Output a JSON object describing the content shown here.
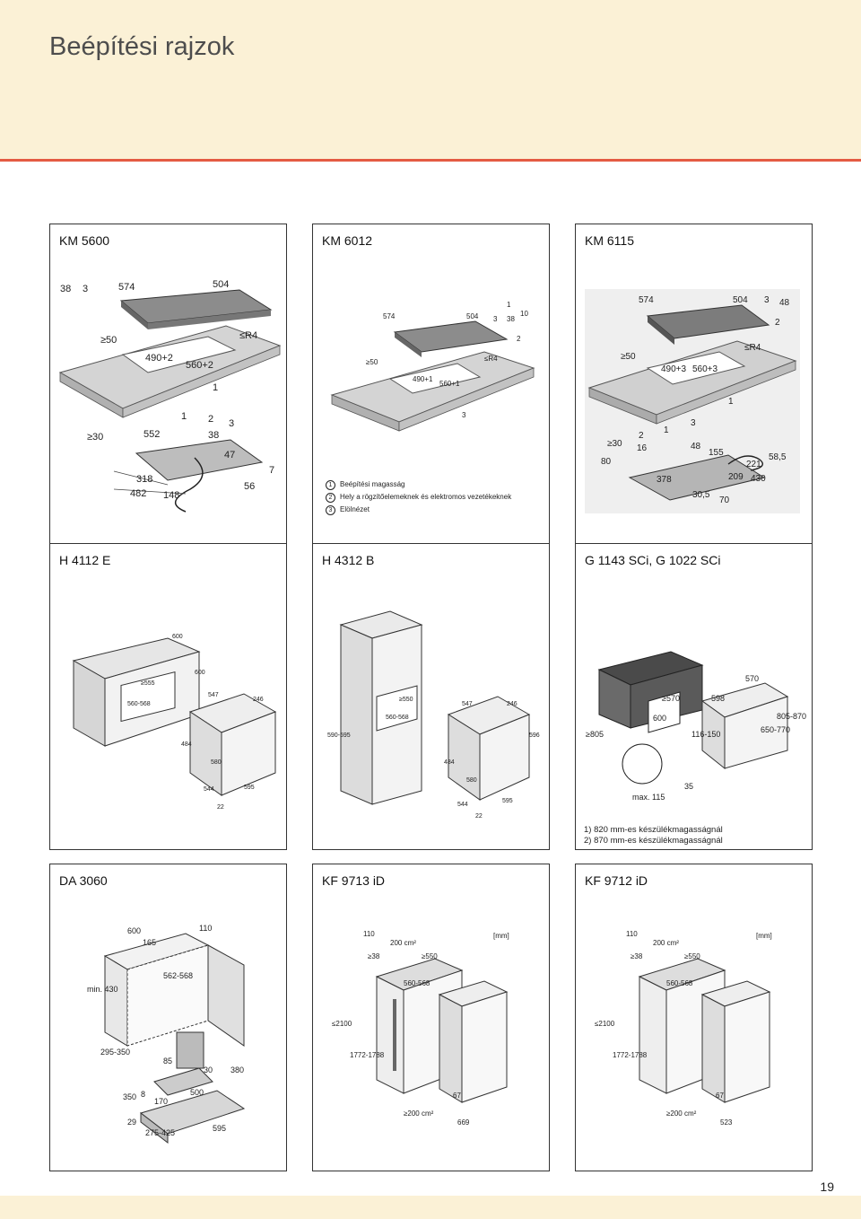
{
  "page": {
    "title": "Beépítési rajzok",
    "page_number": "19"
  },
  "panels": [
    {
      "title": "KM 5600"
    },
    {
      "title": "KM 6012"
    },
    {
      "title": "KM 6115"
    },
    {
      "title": "H 4112 E"
    },
    {
      "title": "H 4312 B"
    },
    {
      "title": "G 1143 SCi, G 1022 SCi"
    },
    {
      "title": "DA 3060"
    },
    {
      "title": "KF 9713 iD"
    },
    {
      "title": "KF 9712 iD"
    }
  ],
  "legend": {
    "items": [
      {
        "num": "1",
        "text": "Beépítési magasság"
      },
      {
        "num": "2",
        "text": "Hely a rögzítőelemeknek és elektromos vezetékeknek"
      },
      {
        "num": "3",
        "text": "Elölnézet"
      }
    ]
  },
  "notes": {
    "n1": "1) 820 mm-es készülékmagasságnál",
    "n2": "2) 870 mm-es készülékmagasságnál"
  },
  "dims": {
    "km5600": [
      "38",
      "3",
      "574",
      "504",
      "≥50",
      "490+2",
      "560+2",
      "≤R4",
      "1",
      "≥30",
      "552",
      "1",
      "2",
      "3",
      "38",
      "47",
      "318",
      "482",
      "148",
      "56",
      "7"
    ],
    "km6012": [
      "574",
      "504",
      "1",
      "3",
      "38",
      "10",
      "2",
      "≥50",
      "490+1",
      "560+1",
      "≤R4",
      "3"
    ],
    "km6115": [
      "574",
      "504",
      "3",
      "48",
      "2",
      "≥50",
      "490+3",
      "560+3",
      "≤R4",
      "1",
      "≥30",
      "2",
      "1",
      "3",
      "16",
      "48",
      "155",
      "80",
      "378",
      "209",
      "221",
      "430",
      "58,5",
      "30,5",
      "70"
    ],
    "h4112": [
      "600",
      "600",
      "≥555",
      "560-568",
      "547",
      "246",
      "484",
      "580",
      "544",
      "595",
      "22"
    ],
    "h4312": [
      "≥550",
      "560-568",
      "590-595",
      "547",
      "246",
      "484",
      "580",
      "596",
      "544",
      "595",
      "22"
    ],
    "g1143": [
      "570",
      "≥570",
      "598",
      "600",
      "≥805",
      "116-150",
      "650-770",
      "805-870",
      "35",
      "max. 115"
    ],
    "da3060": [
      "600",
      "165",
      "110",
      "562-568",
      "min. 430",
      "295-350",
      "85",
      "30",
      "380",
      "350",
      "8",
      "170",
      "500",
      "29",
      "275-425",
      "595"
    ],
    "kf9713": [
      "110",
      "≥38",
      "200 cm²",
      "≥550",
      "[mm]",
      "560-568",
      "≤2100",
      "1772-1788",
      "≥200 cm²",
      "67",
      "669"
    ],
    "kf9712": [
      "110",
      "≥38",
      "200 cm²",
      "≥550",
      "[mm]",
      "560-568",
      "≤2100",
      "1772-1788",
      "≥200 cm²",
      "67",
      "523"
    ]
  }
}
